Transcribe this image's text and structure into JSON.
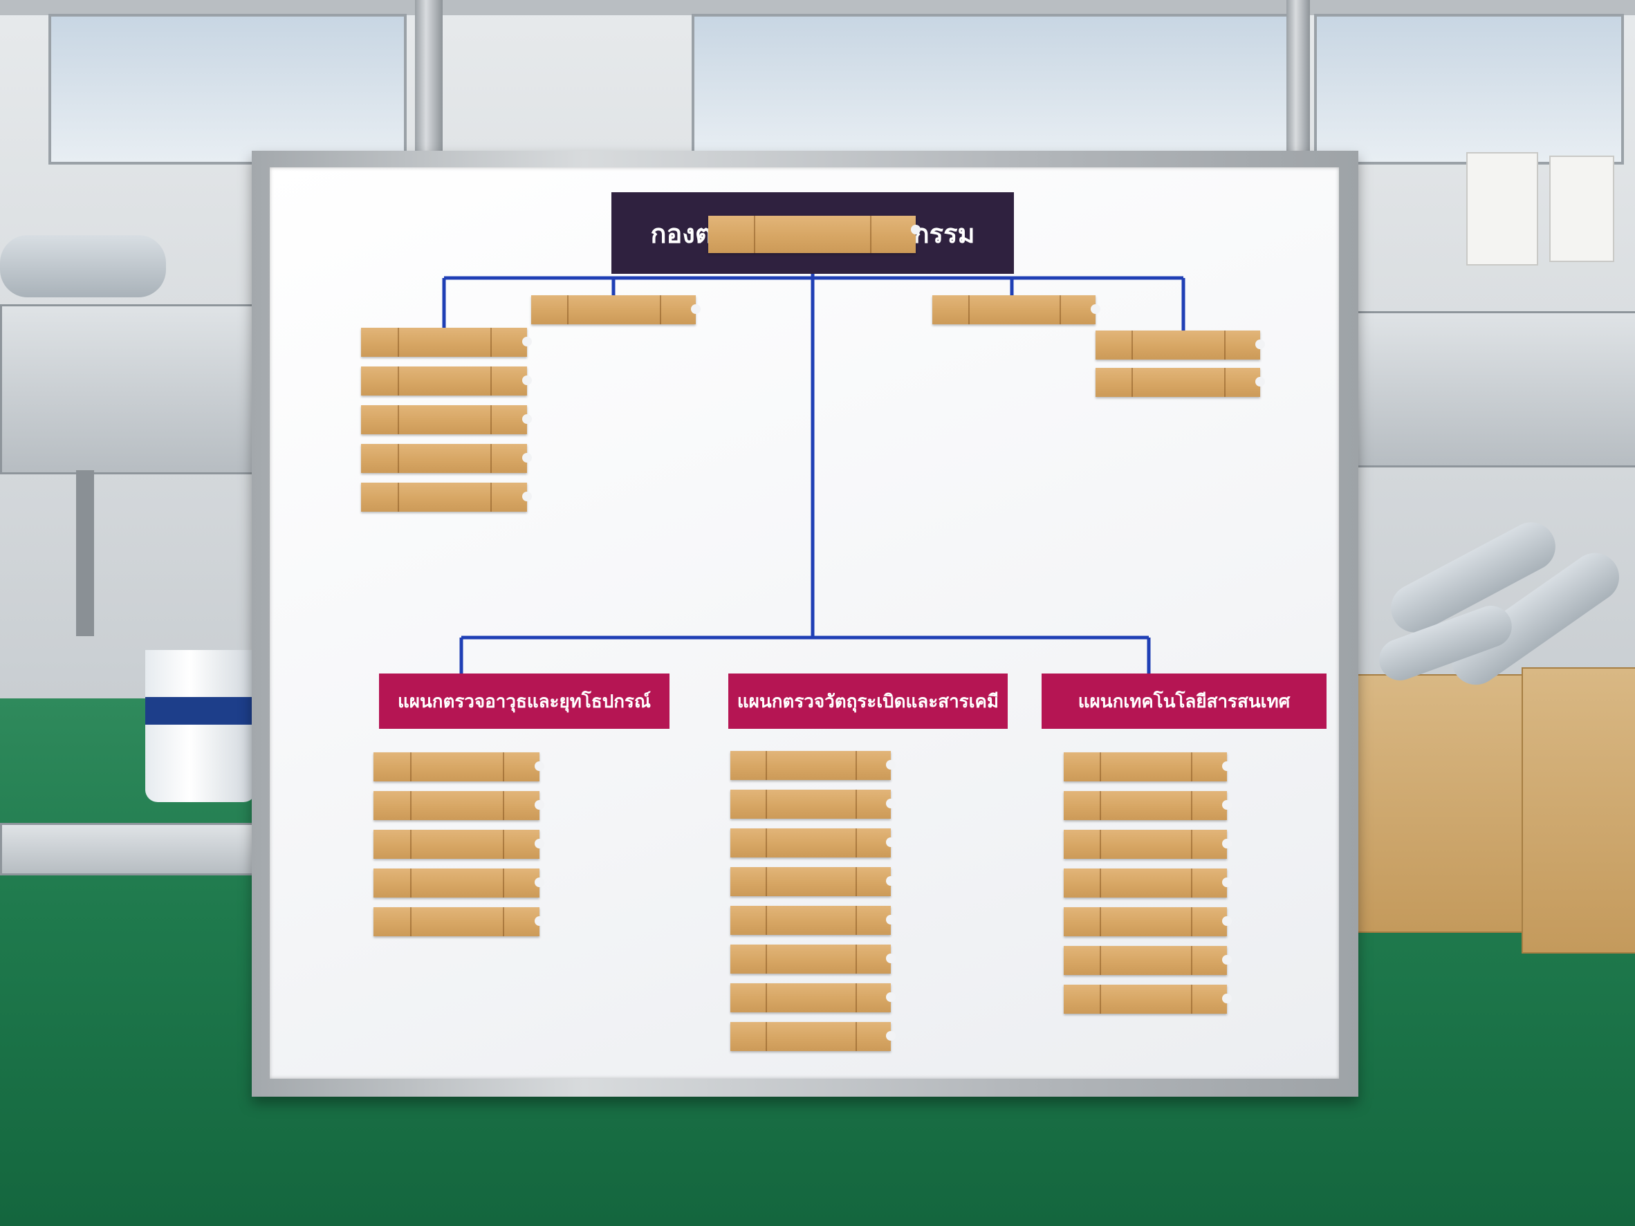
{
  "board": {
    "title": "กองตรวจกิจการอุตสาหกรรม",
    "departments": [
      {
        "label": "แผนกตรวจอาวุธและยุทโธปกรณ์"
      },
      {
        "label": "แผนกตรวจวัตถุระเบิดและสารเคมี"
      },
      {
        "label": "แผนกเทคโนโลยีสารสนเทศ"
      }
    ]
  },
  "colors": {
    "title_background": "#2f213f",
    "department_background": "#b51553",
    "connector_lines": "#1f3fb5",
    "name_cards": "#d7a664"
  }
}
